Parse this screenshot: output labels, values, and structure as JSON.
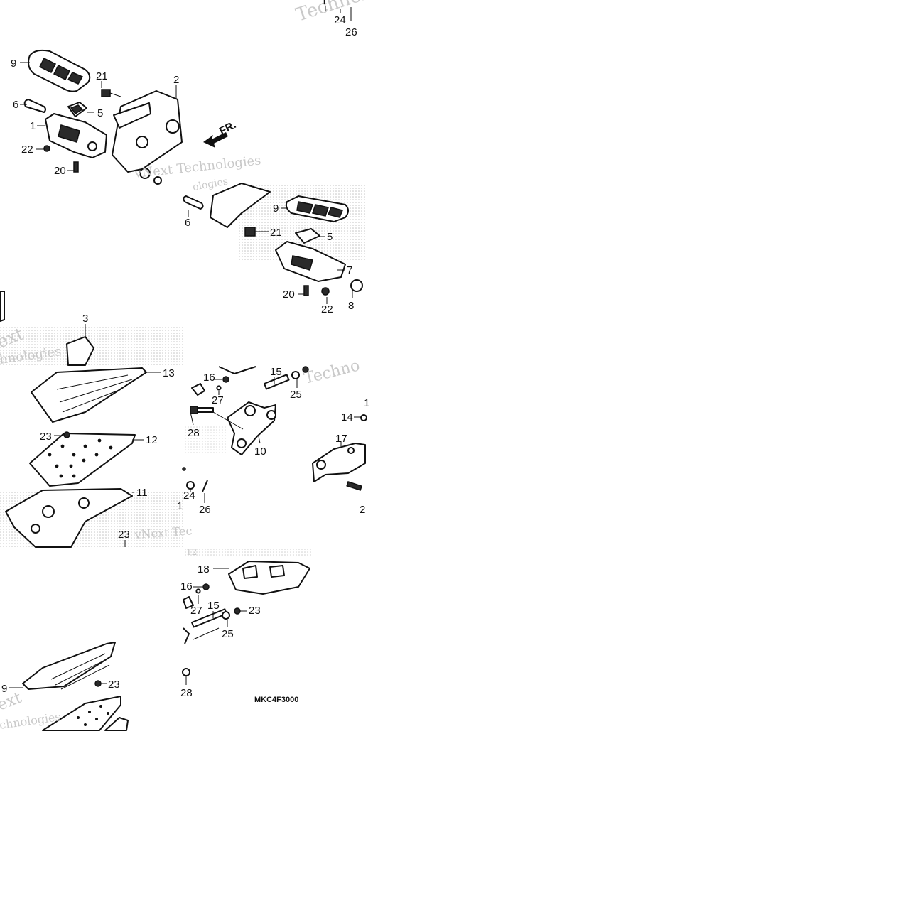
{
  "diagram": {
    "code": "MKC4F3000",
    "front_marker": "FR.",
    "watermark": "vNext Technologies",
    "panels": [
      {
        "id": "p1",
        "callouts": [
          "1",
          "24",
          "26",
          "9",
          "21",
          "2",
          "6",
          "5",
          "1",
          "22",
          "20"
        ]
      },
      {
        "id": "p2",
        "callouts": [
          "6",
          "9",
          "21",
          "5",
          "7",
          "20",
          "22",
          "8"
        ]
      },
      {
        "id": "p3",
        "callouts": [
          "3",
          "13",
          "23",
          "12",
          "11",
          "23"
        ]
      },
      {
        "id": "p4",
        "callouts": [
          "15",
          "16",
          "27",
          "25",
          "28",
          "10",
          "14",
          "17",
          "24",
          "1",
          "26",
          "2"
        ]
      },
      {
        "id": "p5",
        "callouts": [
          "18",
          "16",
          "27",
          "15",
          "23",
          "25",
          "28"
        ]
      },
      {
        "id": "p6",
        "callouts": [
          "9",
          "23"
        ]
      }
    ]
  }
}
